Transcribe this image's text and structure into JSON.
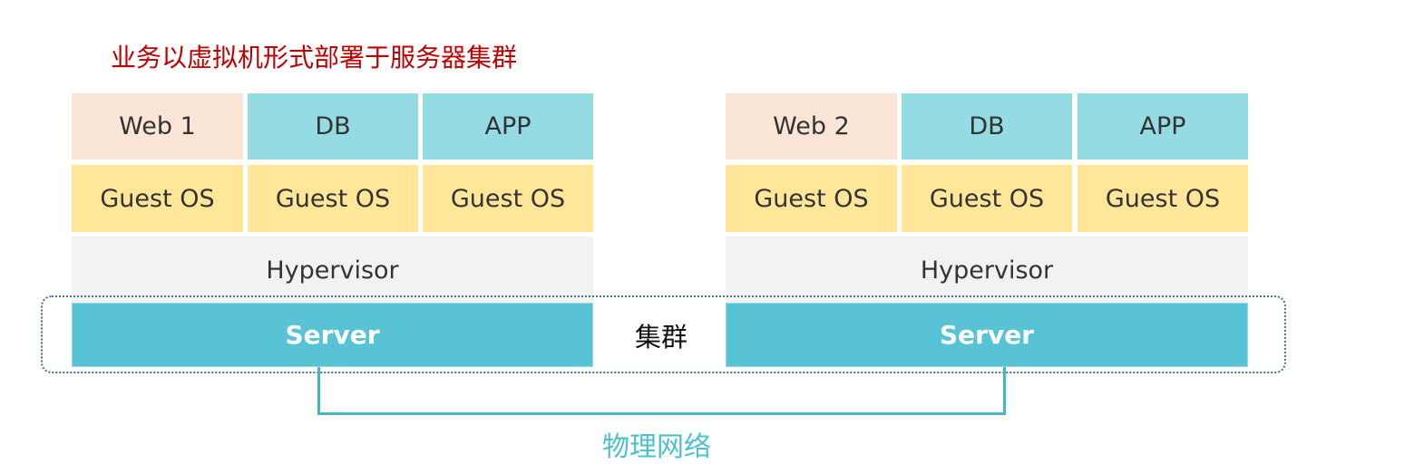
{
  "title": "业务以虚拟机形式部署于服务器集群",
  "left_stack": {
    "apps": [
      "Web 1",
      "DB",
      "APP"
    ],
    "guest_os": [
      "Guest OS",
      "Guest OS",
      "Guest OS"
    ],
    "hypervisor": "Hypervisor",
    "server": "Server"
  },
  "right_stack": {
    "apps": [
      "Web 2",
      "DB",
      "APP"
    ],
    "guest_os": [
      "Guest OS",
      "Guest OS",
      "Guest OS"
    ],
    "hypervisor": "Hypervisor",
    "server": "Server"
  },
  "cluster_label": "集群",
  "network_label": "物理网络",
  "colors": {
    "title": "#c00000",
    "web": "#fbe5d6",
    "app_db": "#95dbe3",
    "guest_os": "#ffe699",
    "hypervisor": "#f2f2f2",
    "server": "#57c3d5",
    "cluster_border": "#41719c",
    "network": "#45b5c3"
  }
}
